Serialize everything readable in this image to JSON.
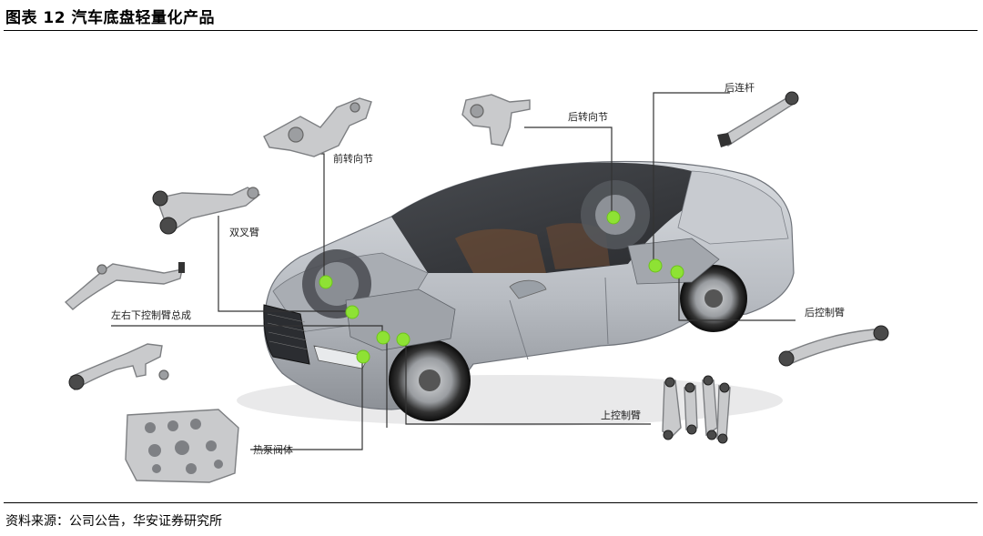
{
  "figure_title": "图表 12 汽车底盘轻量化产品",
  "source": "资料来源：公司公告，华安证券研究所",
  "labels": {
    "front_knuckle": "前转向节",
    "double_wishbone": "双叉臂",
    "lower_control_arm": "左右下控制臂总成",
    "heat_pump_valve": "热泵阀体",
    "rear_knuckle": "后转向节",
    "rear_link": "后连杆",
    "rear_control_arm": "后控制臂",
    "upper_control_arm": "上控制臂"
  },
  "colors": {
    "marker_dot": "#8ee234",
    "car_body": "#b8bcc2",
    "leader_line": "#333333"
  }
}
